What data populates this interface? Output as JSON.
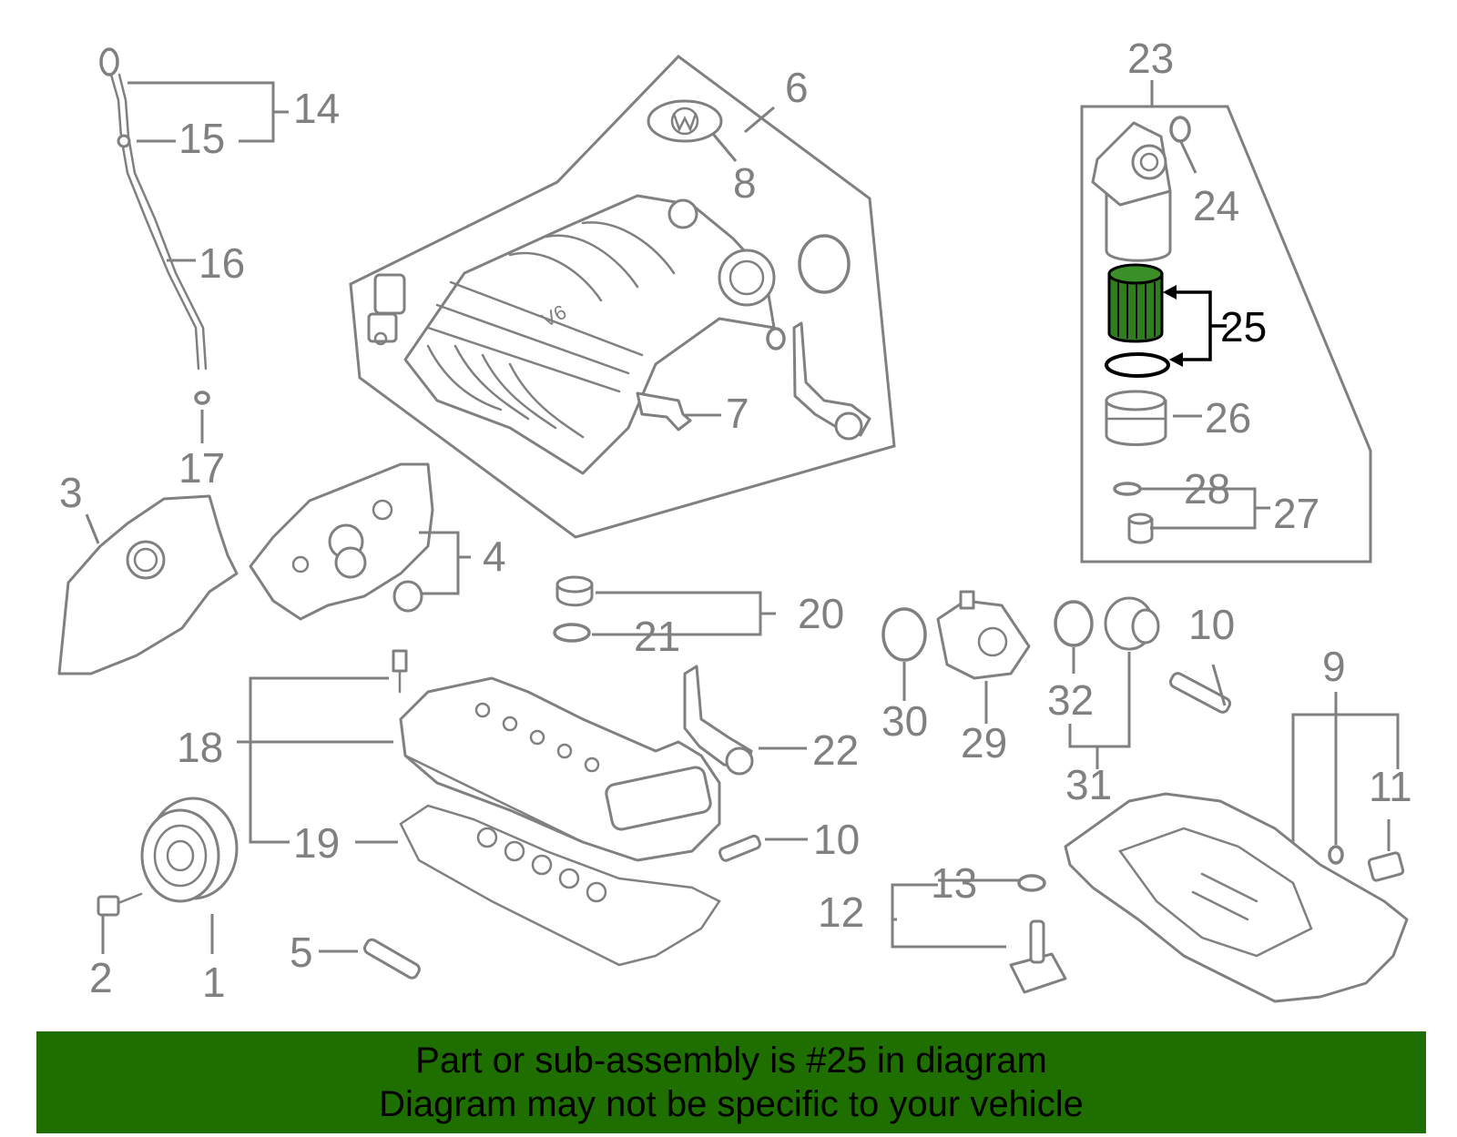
{
  "diagram": {
    "callouts": {
      "c1": "1",
      "c2": "2",
      "c3": "3",
      "c4": "4",
      "c5": "5",
      "c6": "6",
      "c7": "7",
      "c8": "8",
      "c9": "9",
      "c10a": "10",
      "c10b": "10",
      "c11": "11",
      "c12": "12",
      "c13": "13",
      "c14": "14",
      "c15": "15",
      "c16": "16",
      "c17": "17",
      "c18": "18",
      "c19": "19",
      "c20": "20",
      "c21": "21",
      "c22": "22",
      "c23": "23",
      "c24": "24",
      "c25": "25",
      "c26": "26",
      "c27": "27",
      "c28": "28",
      "c29": "29",
      "c30": "30",
      "c31": "31",
      "c32": "32"
    },
    "highlight_color": "#2e7d1e",
    "highlighted_part": "25"
  },
  "footer": {
    "line1": "Part or sub-assembly is #25 in diagram",
    "line2": "Diagram may not be specific to your vehicle",
    "background": "#1f6f00"
  },
  "icons": [
    "vw-logo-icon"
  ]
}
